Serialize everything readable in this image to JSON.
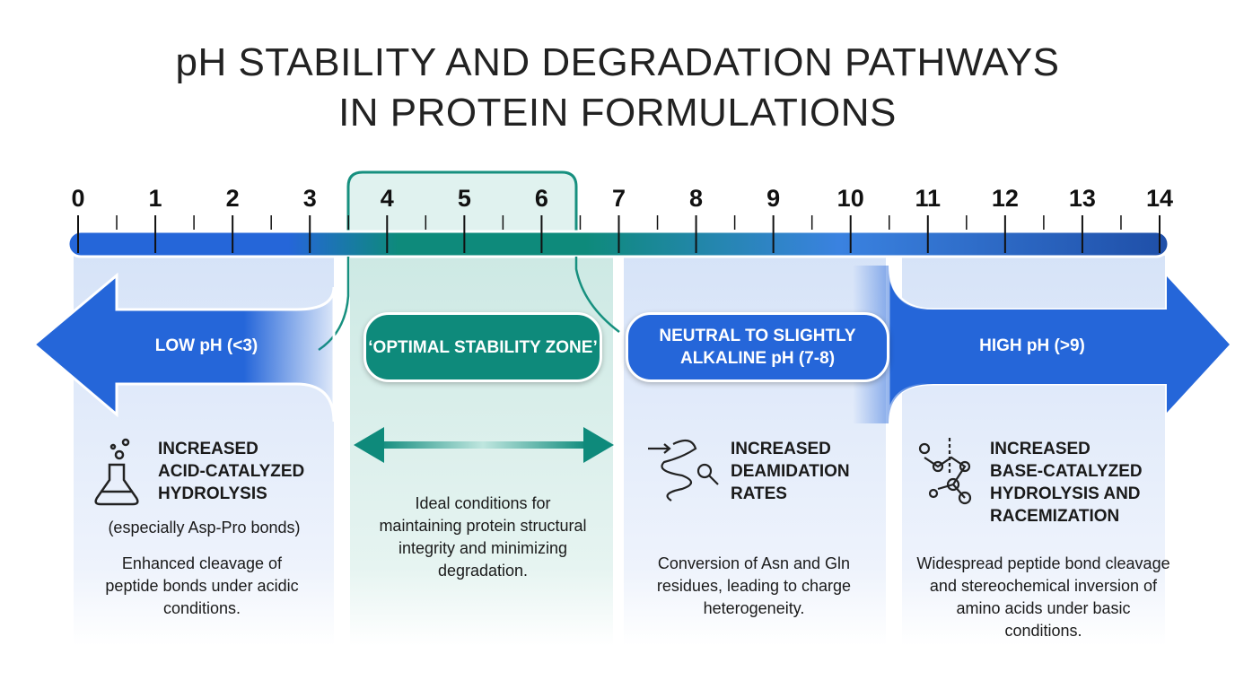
{
  "title_line1": "pH STABILITY AND DEGRADATION PATHWAYS",
  "title_line2": "IN PROTEIN FORMULATIONS",
  "scale": [
    "0",
    "1",
    "2",
    "3",
    "4",
    "5",
    "6",
    "7",
    "8",
    "9",
    "10",
    "11",
    "12",
    "13",
    "14"
  ],
  "colors": {
    "blue": "#2566d9",
    "teal": "#0e8a7b",
    "dark_blue": "#1f4fa8"
  },
  "zones": [
    {
      "label": "LOW pH (<3)",
      "heading": [
        "INCREASED",
        "ACID-CATALYZED",
        "HYDROLYSIS"
      ],
      "note": "(especially Asp-Pro bonds)",
      "desc": "Enhanced cleavage of peptide bonds under acidic conditions.",
      "icon": "flask-icon"
    },
    {
      "label": "‘OPTIMAL STABILITY ZONE’",
      "desc": "Ideal conditions for maintaining protein structural integrity and minimizing degradation.",
      "icon": "double-arrow-icon"
    },
    {
      "label": "NEUTRAL TO SLIGHTLY ALKALINE pH (7-8)",
      "heading": [
        "INCREASED",
        "DEAMIDATION",
        "RATES"
      ],
      "desc": "Conversion of Asn and Gln residues, leading to charge heterogeneity.",
      "icon": "protein-icon"
    },
    {
      "label": "HIGH pH (>9)",
      "heading": [
        "INCREASED",
        "BASE-CATALYZED",
        "HYDROLYSIS AND",
        "RACEMIZATION"
      ],
      "desc": "Widespread peptide bond cleavage and stereochemical inversion of amino acids under basic conditions.",
      "icon": "molecule-icon"
    }
  ]
}
